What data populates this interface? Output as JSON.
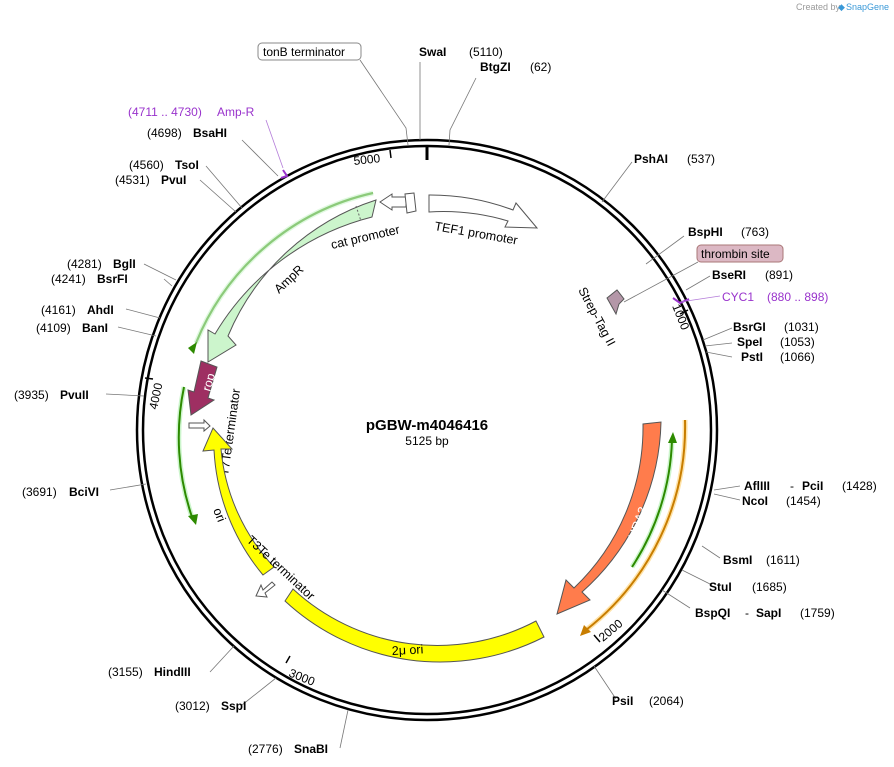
{
  "credit": {
    "prefix": "Created by",
    "brand": "SnapGene"
  },
  "plasmid": {
    "name": "pGBW-m4046416",
    "length": "5125 bp"
  },
  "ruler": [
    "1000",
    "2000",
    "3000",
    "4000",
    "5000"
  ],
  "sites": {
    "swai": {
      "name": "SwaI",
      "pos": "(5110)"
    },
    "btgzi": {
      "name": "BtgZI",
      "pos": "(62)"
    },
    "pshai": {
      "name": "PshAI",
      "pos": "(537)"
    },
    "bsphi": {
      "name": "BspHI",
      "pos": "(763)"
    },
    "seri": {
      "name": "BseRI",
      "pos": "(891)"
    },
    "bsrgi": {
      "name": "BsrGI",
      "pos": "(1031)"
    },
    "spei": {
      "name": "SpeI",
      "pos": "(1053)"
    },
    "psti": {
      "name": "PstI",
      "pos": "(1066)"
    },
    "aflpci": {
      "name1": "AflIII",
      "name2": "PciI",
      "pos": "(1428)"
    },
    "ncoi": {
      "name": "NcoI",
      "pos": "(1454)"
    },
    "bsmi": {
      "name": "BsmI",
      "pos": "(1611)"
    },
    "stui": {
      "name": "StuI",
      "pos": "(1685)"
    },
    "bspqi": {
      "name1": "BspQI",
      "name2": "SapI",
      "pos": "(1759)"
    },
    "psii": {
      "name": "PsiI",
      "pos": "(2064)"
    },
    "snabi": {
      "name": "SnaBI",
      "pos": "(2776)"
    },
    "sspi": {
      "name": "SspI",
      "pos": "(3012)"
    },
    "hindiii": {
      "name": "HindIII",
      "pos": "(3155)"
    },
    "bcivi": {
      "name": "BciVI",
      "pos": "(3691)"
    },
    "pvuii": {
      "name": "PvuII",
      "pos": "(3935)"
    },
    "bani": {
      "name": "BanI",
      "pos": "(4109)"
    },
    "ahdi": {
      "name": "AhdI",
      "pos": "(4161)"
    },
    "bsrfi": {
      "name": "BsrFI",
      "pos": "(4241)"
    },
    "bgli": {
      "name": "BglI",
      "pos": "(4281)"
    },
    "pvui": {
      "name": "PvuI",
      "pos": "(4531)"
    },
    "tsoi": {
      "name": "TsoI",
      "pos": "(4560)"
    },
    "bsahi": {
      "name": "BsaHI",
      "pos": "(4698)"
    }
  },
  "primers": {
    "ampr": {
      "range": "(4711 .. 4730)",
      "name": "Amp-R"
    },
    "cyc1": {
      "name": "CYC1",
      "range": "(880 .. 898)"
    }
  },
  "boxed": {
    "tonb": "tonB terminator",
    "thrombin": "thrombin site"
  },
  "features": {
    "cat_promoter": "cat promoter",
    "tef1_promoter": "TEF1 promoter",
    "ampr": "AmpR",
    "rop": "rop",
    "t7te": "T7Te terminator",
    "ori": "ori",
    "t3te": "T3Te terminator",
    "two_mu_ori": "2μ ori",
    "ura3": "URA3",
    "strep_tag": "Strep-Tag II"
  },
  "colors": {
    "ampr_fill": "#ccf5cc",
    "ori_fill": "#ffff00",
    "rop_fill": "#9e2f62",
    "ura3_fill": "#ff7c4c",
    "primer": "#9933cc",
    "thrombin_fill": "#dcb8c4",
    "orf_green": "#2d8a00",
    "orf_orange": "#c87d00"
  }
}
